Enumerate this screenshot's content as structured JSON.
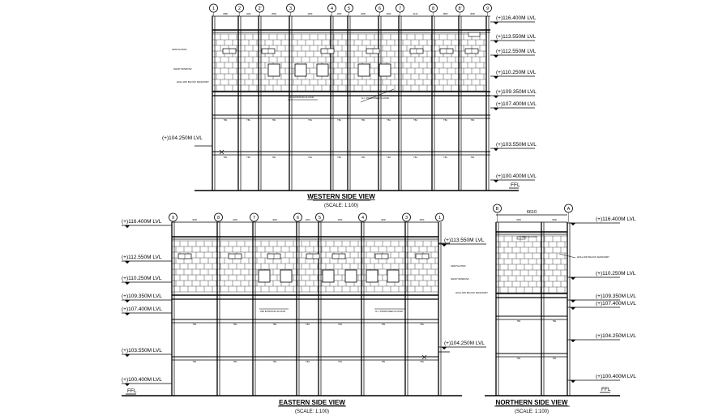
{
  "colors": {
    "ink": "#000000",
    "paper": "#ffffff"
  },
  "western": {
    "title": "WESTERN SIDE VIEW",
    "scale": "(SCALE: 1:100)",
    "grids": [
      "1",
      "2",
      "2'",
      "3",
      "4",
      "5",
      "6",
      "7",
      "8",
      "8'",
      "9"
    ],
    "bays": [
      "3080",
      "1000",
      "2500",
      "4000",
      "4000",
      "2500",
      "4000",
      "3110",
      "2800",
      "3000"
    ],
    "levels": [
      "(+)116.400M LVL",
      "(+)113.550M LVL",
      "(+)112.550M LVL",
      "(+)110.250M LVL",
      "(+)109.350M LVL",
      "(+)107.400M LVL",
      "(+)103.550M LVL",
      "(+)100.400M LVL"
    ],
    "left_level": "(+)104.250M LVL",
    "ffl": "FFL",
    "notes": [
      "230 EXISTING FLOOR",
      "G.I. PROPOSED FLOOR"
    ],
    "wall_notes": [
      "VENTILATOR",
      "SHOP WINDOW",
      "HOLLOW BLOCK MASONRY"
    ],
    "beam_label": "TB1"
  },
  "eastern": {
    "title": "EASTERN SIDE VIEW",
    "scale": "(SCALE: 1:100)",
    "grids": [
      "9",
      "8",
      "7",
      "6",
      "5",
      "4",
      "3",
      "1"
    ],
    "bays": [
      "4000",
      "2400",
      "4000",
      "1000",
      "4000",
      "4000",
      "2500",
      "3000"
    ],
    "levels_left": [
      "(+)116.400M LVL",
      "(+)112.550M LVL",
      "(+)110.250M LVL",
      "(+)109.350M LVL",
      "(+)107.400M LVL",
      "(+)103.550M LVL",
      "(+)100.400M LVL"
    ],
    "levels_right": [
      "(+)113.550M LVL",
      "(+)104.250M LVL"
    ],
    "ffl": "FFL",
    "notes": [
      "230 EXISTING FLOOR",
      "G.I. PROPOSED FLOOR"
    ],
    "wall_notes": [
      "VENTILATOR",
      "SHOP WINDOW",
      "HOLLOW BLOCK MASONRY"
    ],
    "beam_label": "TB1"
  },
  "northern": {
    "title": "NORTHERN SIDE VIEW",
    "scale": "(SCALE: 1:100)",
    "grids": [
      "B",
      "A"
    ],
    "bays": [
      "3300",
      "3300"
    ],
    "overall": "6610",
    "levels": [
      "(+)116.400M LVL",
      "(+)110.250M LVL",
      "(+)109.350M LVL",
      "(+)107.400M LVL",
      "(+)104.250M LVL",
      "(+)100.400M LVL"
    ],
    "ffl": "FFL",
    "wall_notes": [
      "VENTILATOR",
      "HOLLOW BLOCK MASONRY"
    ],
    "beam_label": "TB1"
  }
}
